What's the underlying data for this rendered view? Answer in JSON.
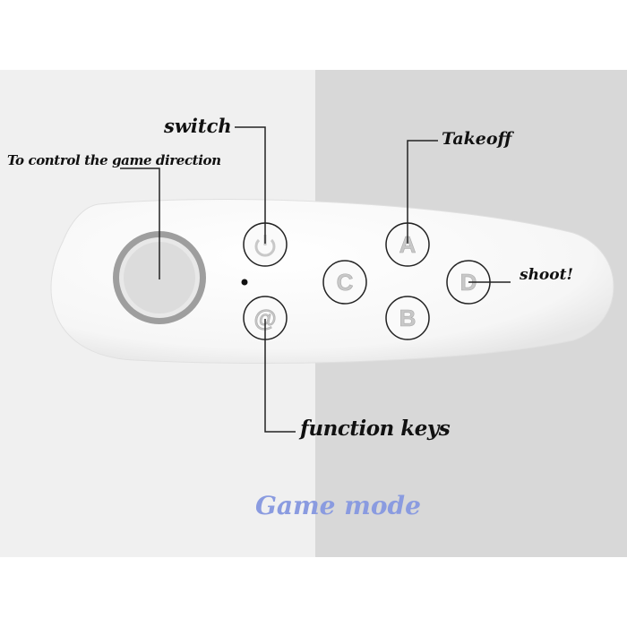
{
  "labels": {
    "switch": "switch",
    "direction": "To control the game direction",
    "takeoff": "Takeoff",
    "shoot": "shoot!",
    "function_keys": "function keys"
  },
  "buttons": {
    "power": "power-icon",
    "at": "@",
    "a": "A",
    "b": "B",
    "c": "C",
    "d": "D"
  },
  "caption": "Game mode",
  "colors": {
    "caption": "#8a9be0",
    "button_text": "#c8c8c8",
    "joystick_ring": "#a0a0a0"
  }
}
